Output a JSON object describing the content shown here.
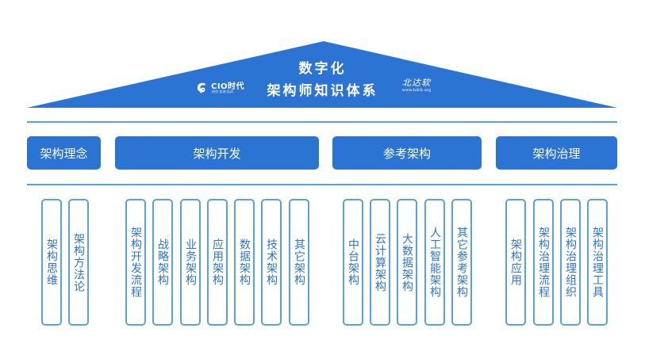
{
  "header": {
    "title_line1": "数字化",
    "title_line2": "架构师知识体系",
    "logo_left": {
      "mark": "ɕ",
      "name": "CIO时代",
      "tagline": "研究·咨询·培训"
    },
    "logo_right": {
      "name": "北达软",
      "url": "www.bdrit.org"
    }
  },
  "colors": {
    "primary": "#2c74d3",
    "line": "#5aa2de",
    "background": "#ffffff"
  },
  "categories": [
    {
      "label": "架构理念",
      "pillars": [
        "架构思维",
        "架构方法论"
      ]
    },
    {
      "label": "架构开发",
      "pillars": [
        "架构开发流程",
        "战略架构",
        "业务架构",
        "应用架构",
        "数据架构",
        "技术架构",
        "其它架构"
      ]
    },
    {
      "label": "参考架构",
      "pillars": [
        "中台架构",
        "云计算架构",
        "大数据架构",
        "人工智能架构",
        "其它参考架构"
      ]
    },
    {
      "label": "架构治理",
      "pillars": [
        "架构应用",
        "架构治理流程",
        "架构治理组织",
        "架构治理工具"
      ]
    }
  ]
}
